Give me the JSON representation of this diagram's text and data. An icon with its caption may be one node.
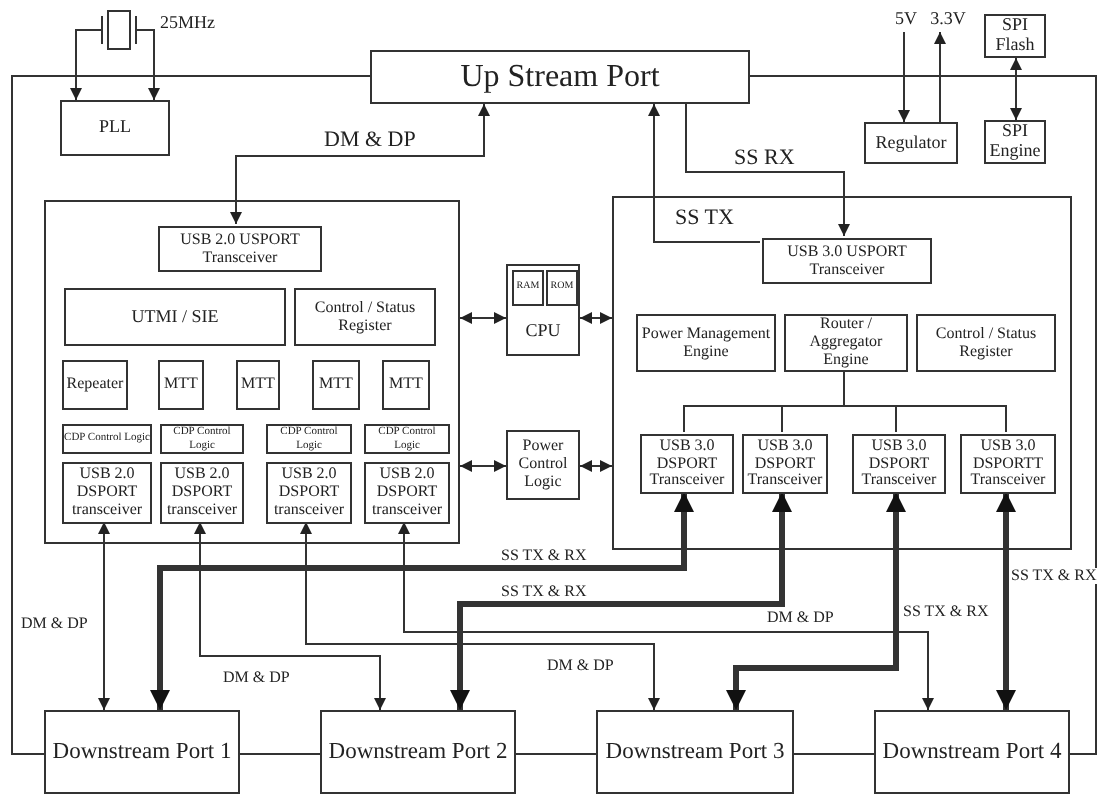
{
  "diagram": {
    "nodes": [
      {
        "text": [],
        "shape": "box",
        "beside": [
          "25MHz"
        ]
      },
      {
        "text": [
          "PLL"
        ]
      },
      {
        "text": [
          "Up Stream Port"
        ]
      },
      {
        "text": [
          "5V"
        ]
      },
      {
        "text": [
          "3.3V"
        ]
      },
      {
        "text": [
          "Regulator"
        ]
      },
      {
        "text": [
          "SPI Flash"
        ]
      },
      {
        "text": [
          "SPI Engine"
        ]
      },
      {
        "text": [],
        "shape": "box"
      },
      {
        "text": [
          "USB 2.0 USPORT Transceiver"
        ],
        "in": 8
      },
      {
        "text": [
          "UTMI / SIE"
        ],
        "in": 8
      },
      {
        "text": [
          "Control / Status Register"
        ],
        "in": 8
      },
      {
        "text": [
          "Repeater"
        ],
        "in": 8
      },
      {
        "text": [
          "MTT"
        ],
        "in": 8
      },
      {
        "text": [
          "MTT"
        ],
        "in": 8
      },
      {
        "text": [
          "MTT"
        ],
        "in": 8
      },
      {
        "text": [
          "MTT"
        ],
        "in": 8
      },
      {
        "text": [
          "CDP Control Logic"
        ],
        "in": 8
      },
      {
        "text": [
          "CDP Control Logic"
        ],
        "in": 8
      },
      {
        "text": [
          "CDP Control Logic"
        ],
        "in": 8
      },
      {
        "text": [
          "CDP Control Logic"
        ],
        "in": 8
      },
      {
        "text": [
          "USB 2.0 DSPORT transceiver"
        ],
        "in": 8
      },
      {
        "text": [
          "USB 2.0 DSPORT transceiver"
        ],
        "in": 8
      },
      {
        "text": [
          "USB 2.0 DSPORT transceiver"
        ],
        "in": 8
      },
      {
        "text": [
          "USB 2.0 DSPORT transceiver"
        ],
        "in": 8
      },
      {
        "text": [
          "CPU"
        ]
      },
      {
        "text": [
          "RAM"
        ],
        "in": 25
      },
      {
        "text": [
          "ROM"
        ],
        "in": 25
      },
      {
        "text": [
          "Power Control Logic"
        ]
      },
      {
        "text": [],
        "shape": "box"
      },
      {
        "text": [
          "USB 3.0 USPORT Transceiver"
        ],
        "in": 29
      },
      {
        "text": [
          "Power Management Engine"
        ],
        "in": 29
      },
      {
        "text": [
          "Router / Aggregator Engine"
        ],
        "in": 29
      },
      {
        "text": [
          "Control / Status Register"
        ],
        "in": 29
      },
      {
        "text": [
          "USB 3.0 DSPORT Transceiver"
        ],
        "in": 29
      },
      {
        "text": [
          "USB 3.0 DSPORT Transceiver"
        ],
        "in": 29
      },
      {
        "text": [
          "USB 3.0 DSPORT Transceiver"
        ],
        "in": 29
      },
      {
        "text": [
          "USB 3.0 DSPORTT Transceiver"
        ],
        "in": 29
      },
      {
        "text": [
          "Downstream Port 1"
        ]
      },
      {
        "text": [
          "Downstream Port 2"
        ]
      },
      {
        "text": [
          "Downstream Port 3"
        ]
      },
      {
        "text": [
          "Downstream Port 4"
        ]
      }
    ],
    "edges": [
      {
        "from": 0,
        "to": 1,
        "arrow": "to"
      },
      {
        "from": 0,
        "to": 1,
        "arrow": "to"
      },
      {
        "from": 2,
        "to": 9,
        "arrow": "both",
        "label": "DM & DP"
      },
      {
        "from": 2,
        "to": 30,
        "arrow": "to",
        "label": "SS RX"
      },
      {
        "from": 30,
        "to": 2,
        "arrow": "to",
        "label": "SS TX"
      },
      {
        "from": 3,
        "to": 5,
        "arrow": "to"
      },
      {
        "from": 5,
        "to": 4,
        "arrow": "to"
      },
      {
        "from": 6,
        "to": 7,
        "arrow": "both"
      },
      {
        "from": 2,
        "to": 38,
        "arrow": "none"
      },
      {
        "from": 38,
        "to": 39,
        "arrow": "none"
      },
      {
        "from": 39,
        "to": 40,
        "arrow": "none"
      },
      {
        "from": 40,
        "to": 41,
        "arrow": "none"
      },
      {
        "from": 41,
        "to": 2,
        "arrow": "none"
      },
      {
        "from": 8,
        "to": 25,
        "arrow": "both"
      },
      {
        "from": 25,
        "to": 29,
        "arrow": "both"
      },
      {
        "from": 8,
        "to": 28,
        "arrow": "both"
      },
      {
        "from": 28,
        "to": 29,
        "arrow": "both"
      },
      {
        "from": 32,
        "to": 34,
        "arrow": "none"
      },
      {
        "from": 32,
        "to": 35,
        "arrow": "none"
      },
      {
        "from": 32,
        "to": 36,
        "arrow": "none"
      },
      {
        "from": 32,
        "to": 37,
        "arrow": "none"
      },
      {
        "from": 21,
        "to": 38,
        "arrow": "both",
        "label": "DM & DP"
      },
      {
        "from": 34,
        "to": 38,
        "arrow": "both",
        "label": "SS TX & RX",
        "style": "thick"
      },
      {
        "from": 22,
        "to": 39,
        "arrow": "both",
        "label": "DM & DP"
      },
      {
        "from": 35,
        "to": 39,
        "arrow": "both",
        "label": "SS TX & RX",
        "style": "thick"
      },
      {
        "from": 23,
        "to": 40,
        "arrow": "both",
        "label": "DM & DP"
      },
      {
        "from": 36,
        "to": 40,
        "arrow": "both",
        "label": "SS TX & RX",
        "style": "thick"
      },
      {
        "from": 24,
        "to": 41,
        "arrow": "both",
        "label": "DM & DP"
      },
      {
        "from": 37,
        "to": 41,
        "arrow": "both",
        "label": "SS TX & RX",
        "style": "thick"
      }
    ]
  }
}
